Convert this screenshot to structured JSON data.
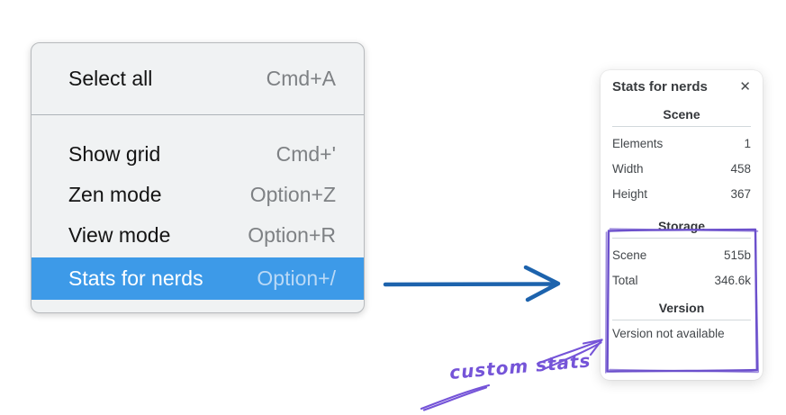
{
  "colors": {
    "menu_highlight": "#3d9ae8",
    "flow_arrow_blue": "#1d63ad",
    "annotation_purple": "#7554d8",
    "highlight_box_purple": "#6c50cc"
  },
  "menu": {
    "sections": [
      {
        "items": [
          {
            "label": "Select all",
            "shortcut": "Cmd+A",
            "highlighted": false
          }
        ]
      },
      {
        "items": [
          {
            "label": "Show grid",
            "shortcut": "Cmd+'",
            "highlighted": false
          },
          {
            "label": "Zen mode",
            "shortcut": "Option+Z",
            "highlighted": false
          },
          {
            "label": "View mode",
            "shortcut": "Option+R",
            "highlighted": false
          },
          {
            "label": "Stats for nerds",
            "shortcut": "Option+/",
            "highlighted": true
          }
        ]
      }
    ]
  },
  "stats_panel": {
    "title": "Stats for nerds",
    "close_icon": "✕",
    "scene_section": {
      "heading": "Scene",
      "rows": [
        {
          "label": "Elements",
          "value": "1"
        },
        {
          "label": "Width",
          "value": "458"
        },
        {
          "label": "Height",
          "value": "367"
        }
      ]
    },
    "storage_section": {
      "heading": "Storage",
      "rows": [
        {
          "label": "Scene",
          "value": "515b"
        },
        {
          "label": "Total",
          "value": "346.6k"
        }
      ]
    },
    "version_section": {
      "heading": "Version",
      "note": "Version not available"
    }
  },
  "annotation": {
    "label": "custom stats"
  }
}
